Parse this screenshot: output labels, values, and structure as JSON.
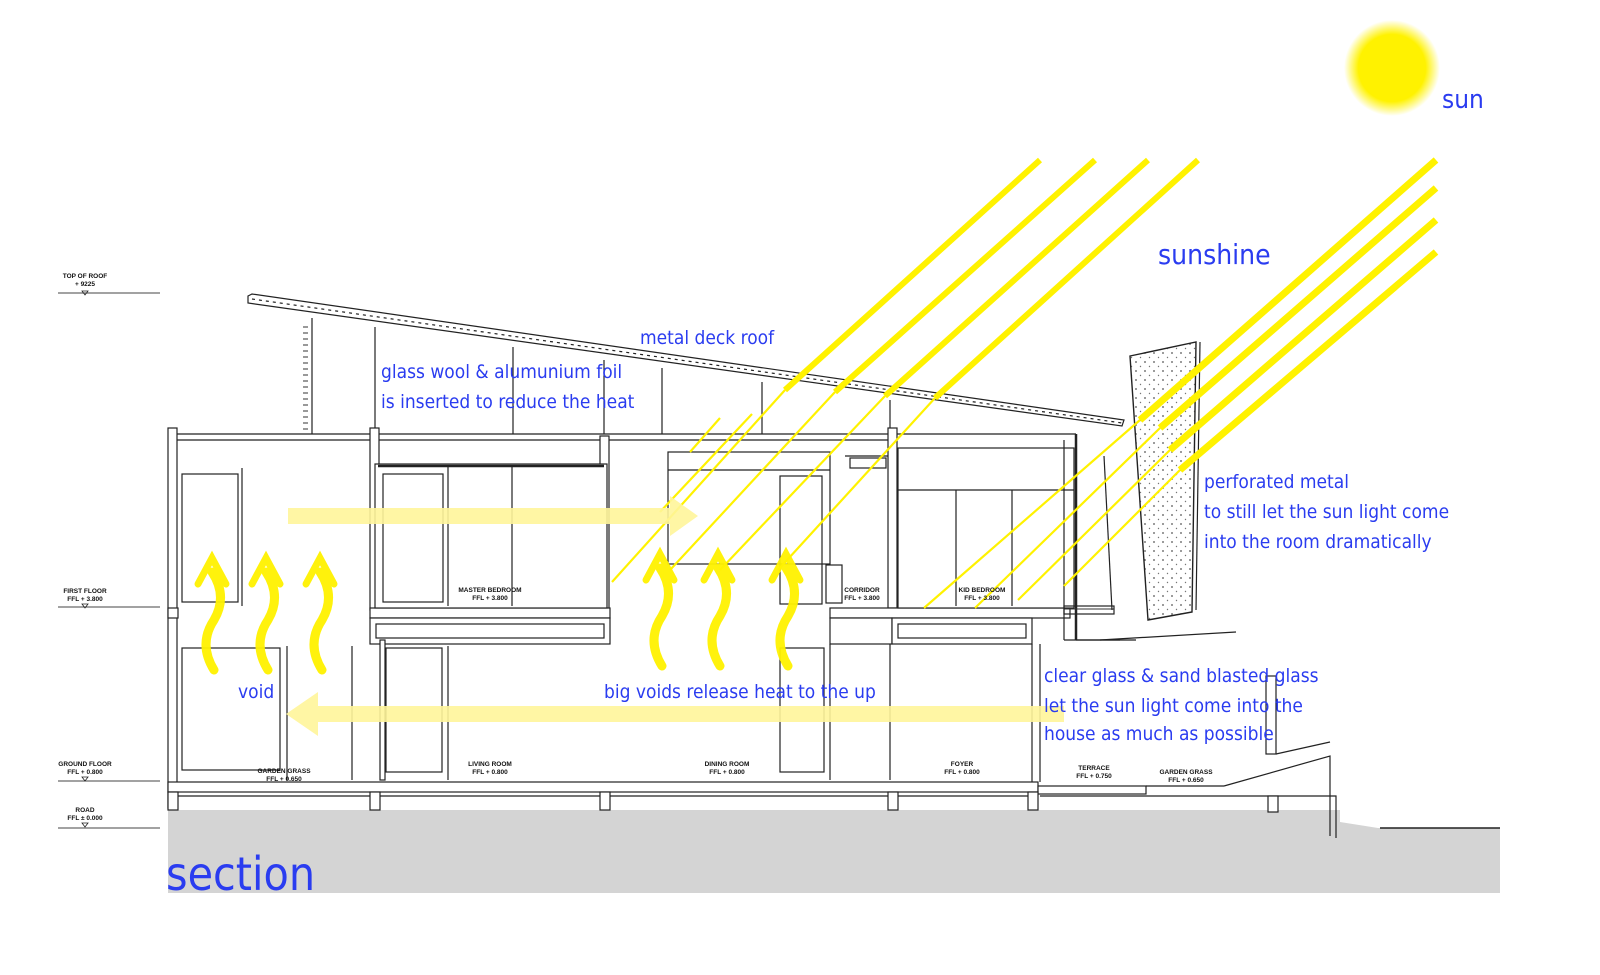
{
  "colors": {
    "annotation": "#2a3cf0",
    "sun": "#fff200",
    "arrow": "#fff59a",
    "ground": "#d4d4d4",
    "line": "#222222"
  },
  "title": "section",
  "sun_label": "sun",
  "sunshine_label": "sunshine",
  "annotations": {
    "roof": "metal deck roof",
    "insulation": [
      "glass wool & alumunium foil",
      "is inserted to reduce the heat"
    ],
    "perforated": [
      "perforated metal",
      "to still let the sun light come",
      "into the room dramatically"
    ],
    "void": "void",
    "big_voids": "big voids release heat to the up",
    "glass": [
      "clear glass & sand blasted glass",
      "let the sun light come into the",
      "house as much as possible"
    ]
  },
  "levels": {
    "roof": [
      "TOP OF ROOF",
      "+ 9225"
    ],
    "first": [
      "FIRST FLOOR",
      "FFL + 3.800"
    ],
    "ground": [
      "GROUND FLOOR",
      "FFL + 0.800"
    ],
    "road": [
      "ROAD",
      "FFL ± 0.000"
    ]
  },
  "rooms": {
    "master_bedroom": [
      "MASTER BEDROOM",
      "FFL + 3.800"
    ],
    "corridor": [
      "CORRIDOR",
      "FFL + 3.800"
    ],
    "kid_bedroom": [
      "KID BEDROOM",
      "FFL + 3.800"
    ],
    "garden_grass_left": [
      "GARDEN GRASS",
      "FFL + 0.650"
    ],
    "living_room": [
      "LIVING ROOM",
      "FFL + 0.800"
    ],
    "dining_room": [
      "DINING ROOM",
      "FFL + 0.800"
    ],
    "foyer": [
      "FOYER",
      "FFL + 0.800"
    ],
    "terrace": [
      "TERRACE",
      "FFL + 0.750"
    ],
    "garden_grass_right": [
      "GARDEN GRASS",
      "FFL + 0.650"
    ]
  }
}
